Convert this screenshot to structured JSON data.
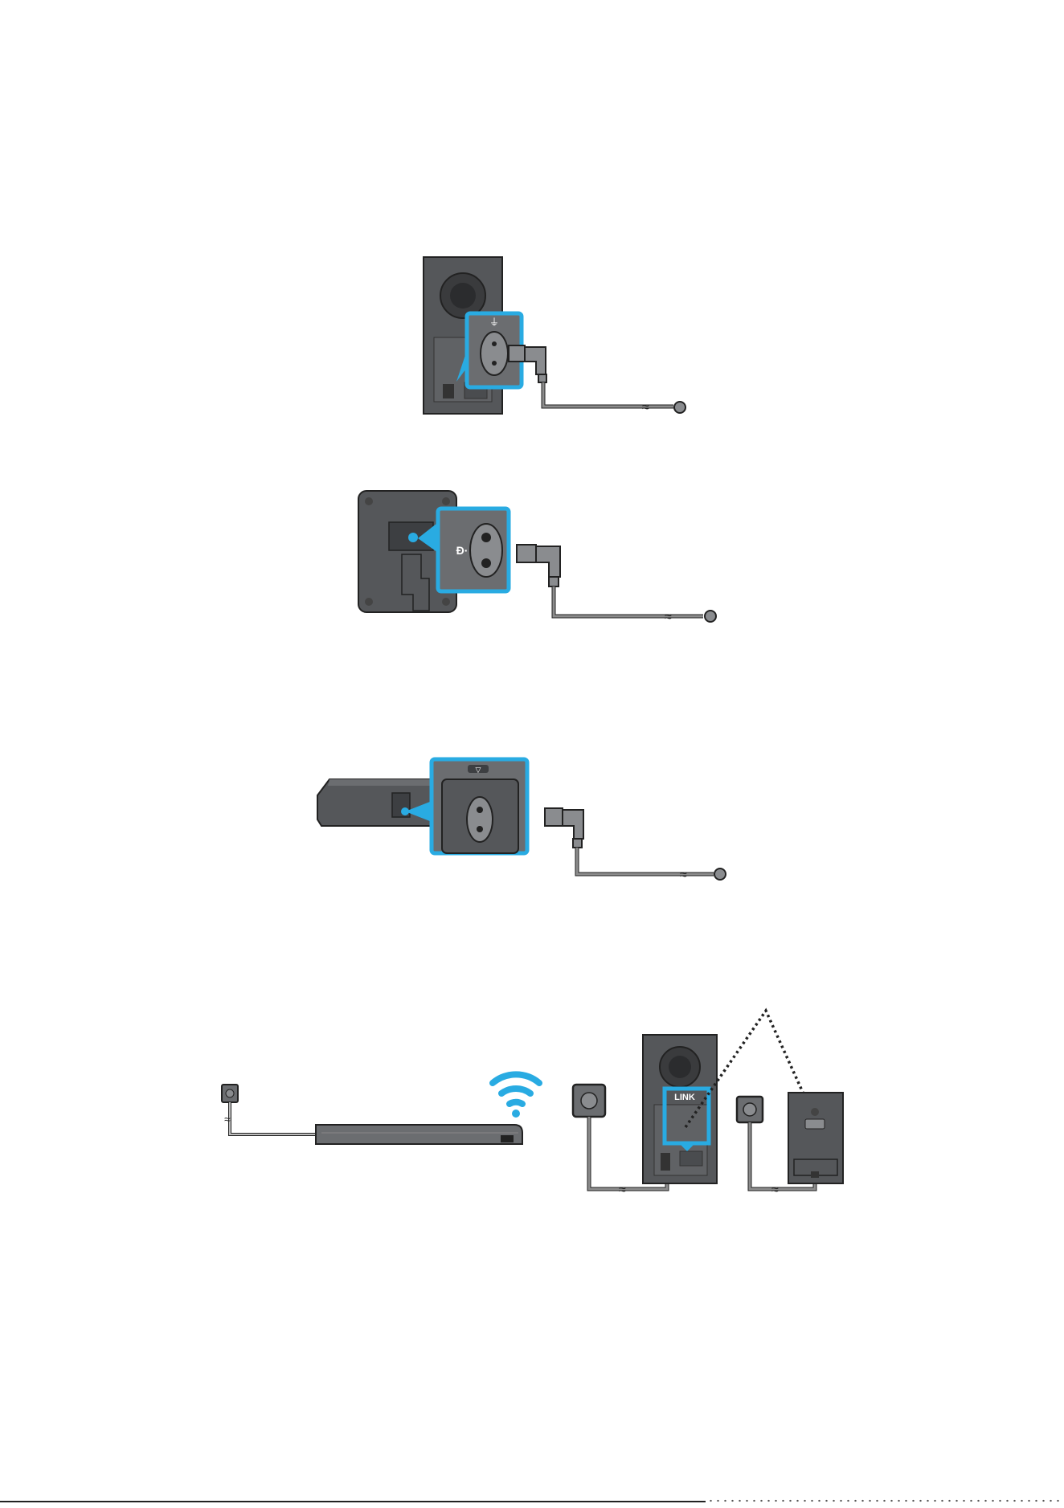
{
  "colors": {
    "highlight": "#29abe2",
    "device_dark": "#55575a",
    "device_mid": "#6b6d70",
    "device_light": "#8a8c8f",
    "cable": "#8c8c8c",
    "outline": "#222222"
  },
  "figures": [
    {
      "id": "subwoofer-power-connection",
      "icon": "subwoofer-rear-panel"
    },
    {
      "id": "rear-speaker-power-connection",
      "icon": "rear-speaker-bottom-panel"
    },
    {
      "id": "soundbar-power-connection",
      "icon": "soundbar-rear-panel"
    },
    {
      "id": "wireless-link-overview",
      "icon": "wifi-icon"
    }
  ],
  "labels": {
    "link": "LINK"
  }
}
